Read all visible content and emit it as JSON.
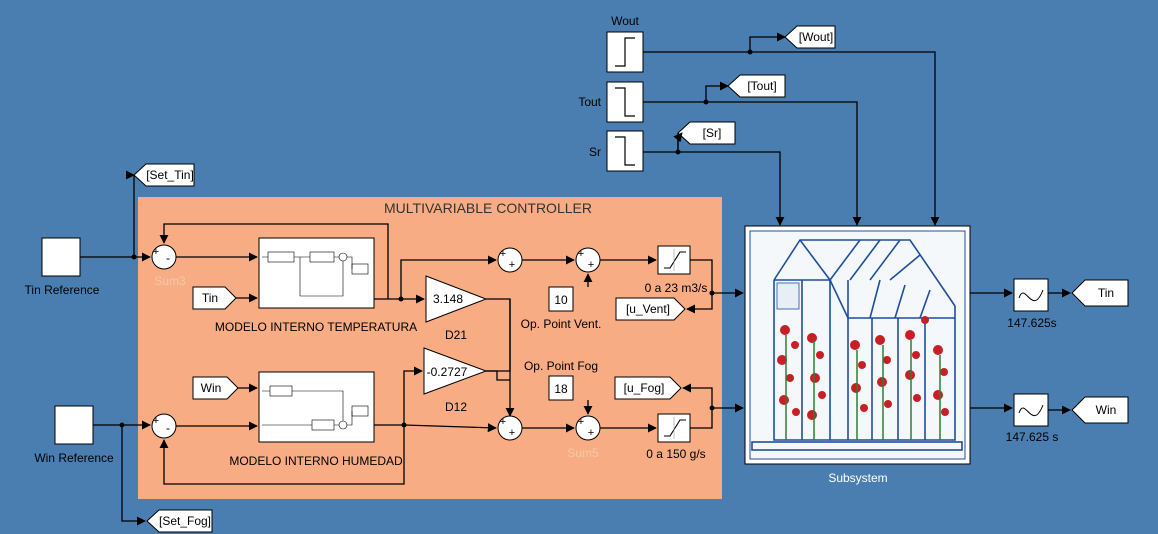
{
  "diagram": {
    "controller_title": "MULTIVARIABLE CONTROLLER",
    "sources": {
      "wout": "Wout",
      "tout": "Tout",
      "sr": "Sr",
      "tin_reference": "Tin Reference",
      "win_reference": "Win Reference"
    },
    "goto_tags": {
      "wout": "[Wout]",
      "tout": "[Tout]",
      "sr": "[Sr]",
      "set_tin": "[Set_Tin]",
      "set_fog": "[Set_Fog]",
      "u_vent": "[u_Vent]",
      "u_fog": "[u_Fog]"
    },
    "inports": {
      "tin": "Tin",
      "win": "Win"
    },
    "outports": {
      "tin": "Tin",
      "win": "Win"
    },
    "sums": {
      "sum3": "Sum3",
      "sum5": "Sum5"
    },
    "models": {
      "temperatura": "MODELO INTERNO TEMPERATURA",
      "humedad": "MODELO INTERNO HUMEDAD"
    },
    "gains": {
      "d21_value": "3.148",
      "d21_name": "D21",
      "d12_value": "-0.2727",
      "d12_name": "D12"
    },
    "constants": {
      "vent_value": "10",
      "vent_name": "Op. Point Vent.",
      "fog_value": "18",
      "fog_name": "Op. Point Fog"
    },
    "saturations": {
      "vent": "0 a 23 m3/s",
      "fog": "0 a 150 g/s"
    },
    "delays": {
      "top": "147.625s",
      "bottom": "147.625 s"
    },
    "subsystem": "Subsystem",
    "sum_signs": {
      "plus": "+",
      "minus": "-"
    }
  },
  "colors": {
    "background": "#4a7eb1",
    "controller_fill": "#f7ac84",
    "block_fill": "#ffffff",
    "sum_label": "#f6c9a6"
  }
}
